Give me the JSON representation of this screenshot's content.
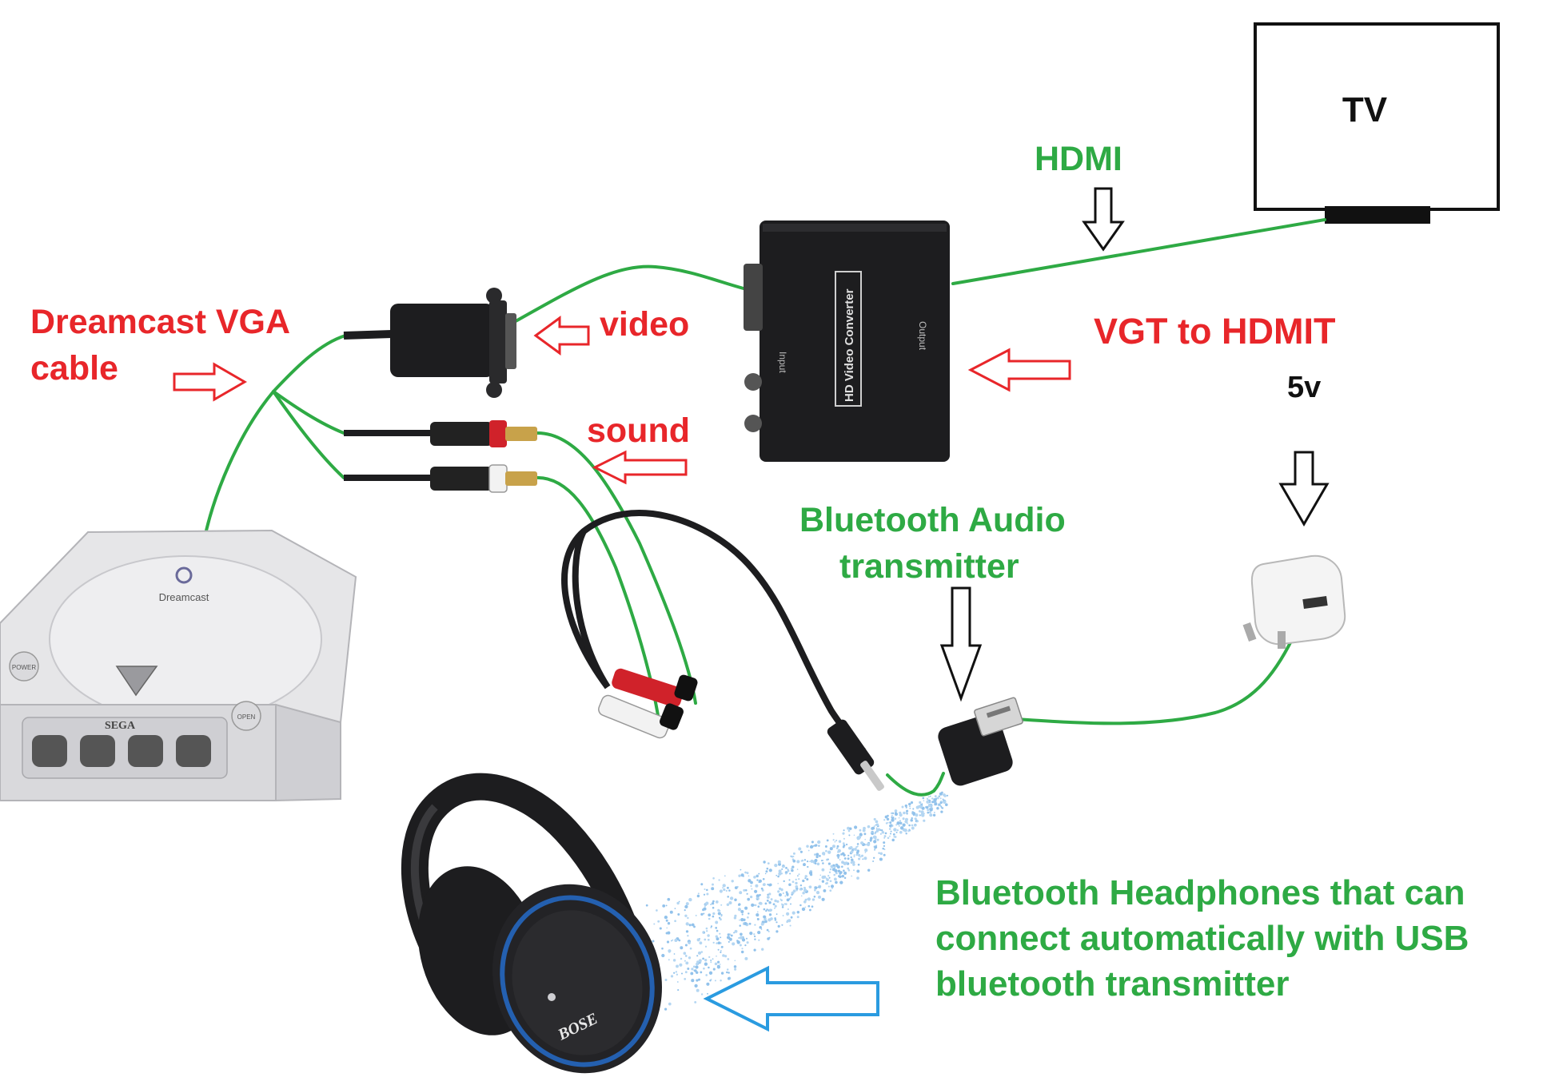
{
  "labels": {
    "tv": "TV",
    "hdmi": "HDMI",
    "vga_cable_line1": "Dreamcast VGA",
    "vga_cable_line2": "cable",
    "video": "video",
    "sound": "sound",
    "converter": "VGT to HDMIT",
    "power": "5v",
    "bt_tx_line1": "Bluetooth Audio",
    "bt_tx_line2": "transmitter",
    "headphones_line1": "Bluetooth Headphones that can",
    "headphones_line2": "connect automatically with USB",
    "headphones_line3": "bluetooth transmitter"
  },
  "device_text": {
    "converter_title": "HD Video Converter",
    "converter_input": "Input",
    "converter_output": "Output",
    "console_brand": "SEGA",
    "console_logo": "Dreamcast",
    "console_power": "POWER",
    "console_open": "OPEN",
    "headphones_brand": "BOSE"
  },
  "colors": {
    "label_red": "#e8262a",
    "label_green": "#2eaa44",
    "wire_green": "#2eaa44",
    "arrow_red": "#e8262a",
    "arrow_blue": "#2a9be0",
    "arrow_black": "#111111",
    "device_black": "#1d1d1f",
    "console_white": "#e6e6e8"
  }
}
